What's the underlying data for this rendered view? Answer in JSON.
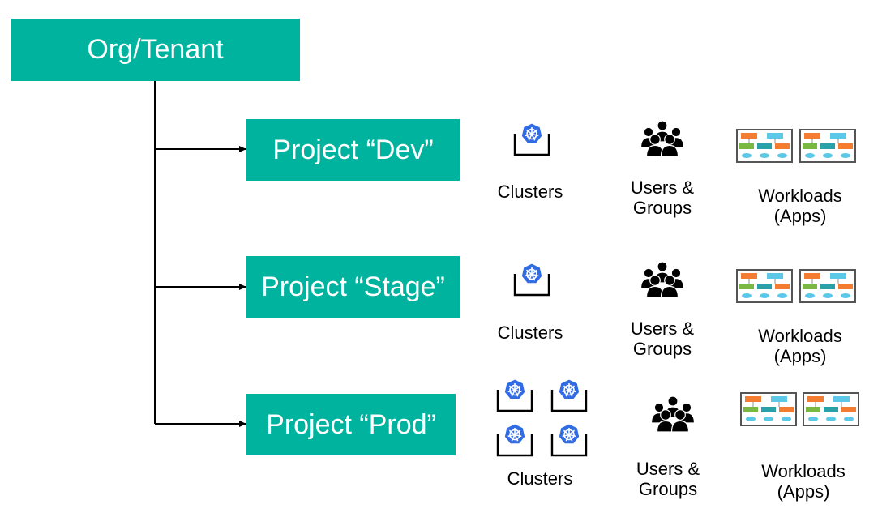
{
  "org": {
    "label": "Org/Tenant"
  },
  "projects": [
    {
      "label": "Project “Dev”",
      "clusters_label": "Clusters",
      "cluster_count": 1,
      "users_label": [
        "Users &",
        "Groups"
      ],
      "workloads_label": [
        "Workloads",
        "(Apps)"
      ]
    },
    {
      "label": "Project “Stage”",
      "clusters_label": "Clusters",
      "cluster_count": 1,
      "users_label": [
        "Users &",
        "Groups"
      ],
      "workloads_label": [
        "Workloads",
        "(Apps)"
      ]
    },
    {
      "label": "Project “Prod”",
      "clusters_label": "Clusters",
      "cluster_count": 4,
      "users_label": [
        "Users &",
        "Groups"
      ],
      "workloads_label": [
        "Workloads",
        "(Apps)"
      ]
    }
  ],
  "colors": {
    "box_fill": "#00b39f",
    "box_text": "#ffffff",
    "kubernetes_blue": "#326ce5",
    "wl_orange": "#f47c30",
    "wl_lightblue": "#5bc8e8",
    "wl_green": "#79b943",
    "wl_teal": "#2aa1a8"
  },
  "icons": {
    "cluster": "kubernetes-helm-laptop-icon",
    "users": "user-group-icon",
    "workload": "app-architecture-thumbnail-icon"
  }
}
